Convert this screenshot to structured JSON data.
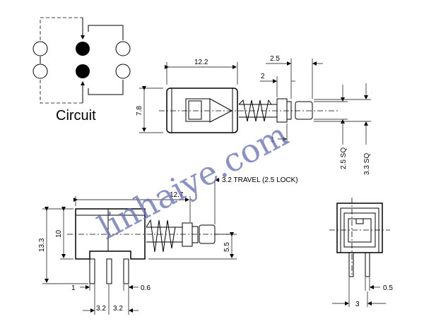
{
  "circuit_label": "Circuit",
  "dims": {
    "width_12_2": "12.2",
    "height_7_8": "7.8",
    "d_2_5": "2.5",
    "d_2": "2",
    "d_1_top": "1",
    "sq_2_5": "2.5 SQ",
    "sq_3_3": "3.3 SQ",
    "travel": "3.2 TRAVEL (2.5 LOCK)",
    "length_12_7": "12.7",
    "height_13_3": "13.3",
    "height_10": "10",
    "height_5_5": "5.5",
    "pin_1": "1",
    "pin_0_6": "0.6",
    "pitch_a": "3.2",
    "pitch_b": "3.2",
    "side_0_5": "0.5",
    "side_3": "3"
  },
  "watermark": "linhaiye.com"
}
